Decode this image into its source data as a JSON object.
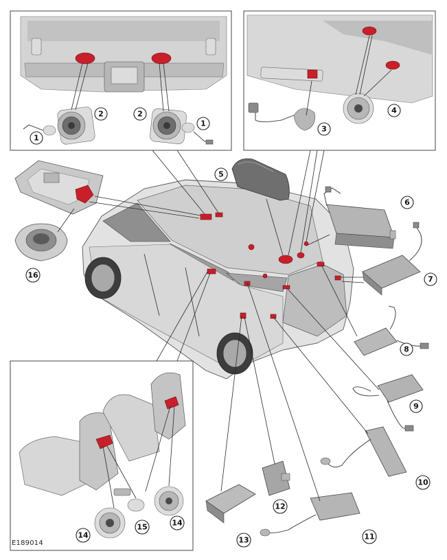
{
  "callouts": {
    "c1a": "1",
    "c2a": "2",
    "c2b": "2",
    "c1b": "1",
    "c3": "3",
    "c4": "4",
    "c5": "5",
    "c6": "6",
    "c7": "7",
    "c8": "8",
    "c9": "9",
    "c10": "10",
    "c11": "11",
    "c12": "12",
    "c13": "13",
    "c14a": "14",
    "c15": "15",
    "c14b": "14",
    "c16": "16"
  },
  "reference": "E189014",
  "colors": {
    "highlight": "#c8202a",
    "line": "#2a2a2a",
    "background": "#ffffff"
  }
}
